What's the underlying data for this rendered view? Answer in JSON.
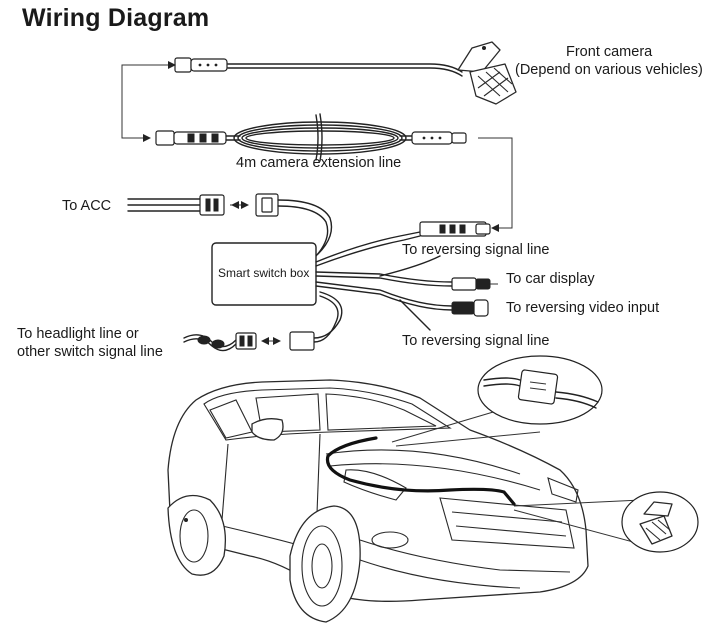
{
  "title": "Wiring Diagram",
  "labels": {
    "front_camera": "Front camera",
    "front_camera_note": "(Depend on various vehicles)",
    "extension_line": "4m camera extension line",
    "to_acc": "To ACC",
    "smart_switch_box": "Smart switch box",
    "to_reversing_signal_line_top": "To reversing signal line",
    "to_car_display": "To car display",
    "to_reversing_video_input": "To reversing video input",
    "to_reversing_signal_line_bottom": "To reversing signal line",
    "to_headlight_line_1": "To headlight line or",
    "to_headlight_line_2": "other switch signal line"
  },
  "colors": {
    "line": "#222222",
    "text": "#1a1a1a",
    "accent_wire": "#c0392b"
  }
}
